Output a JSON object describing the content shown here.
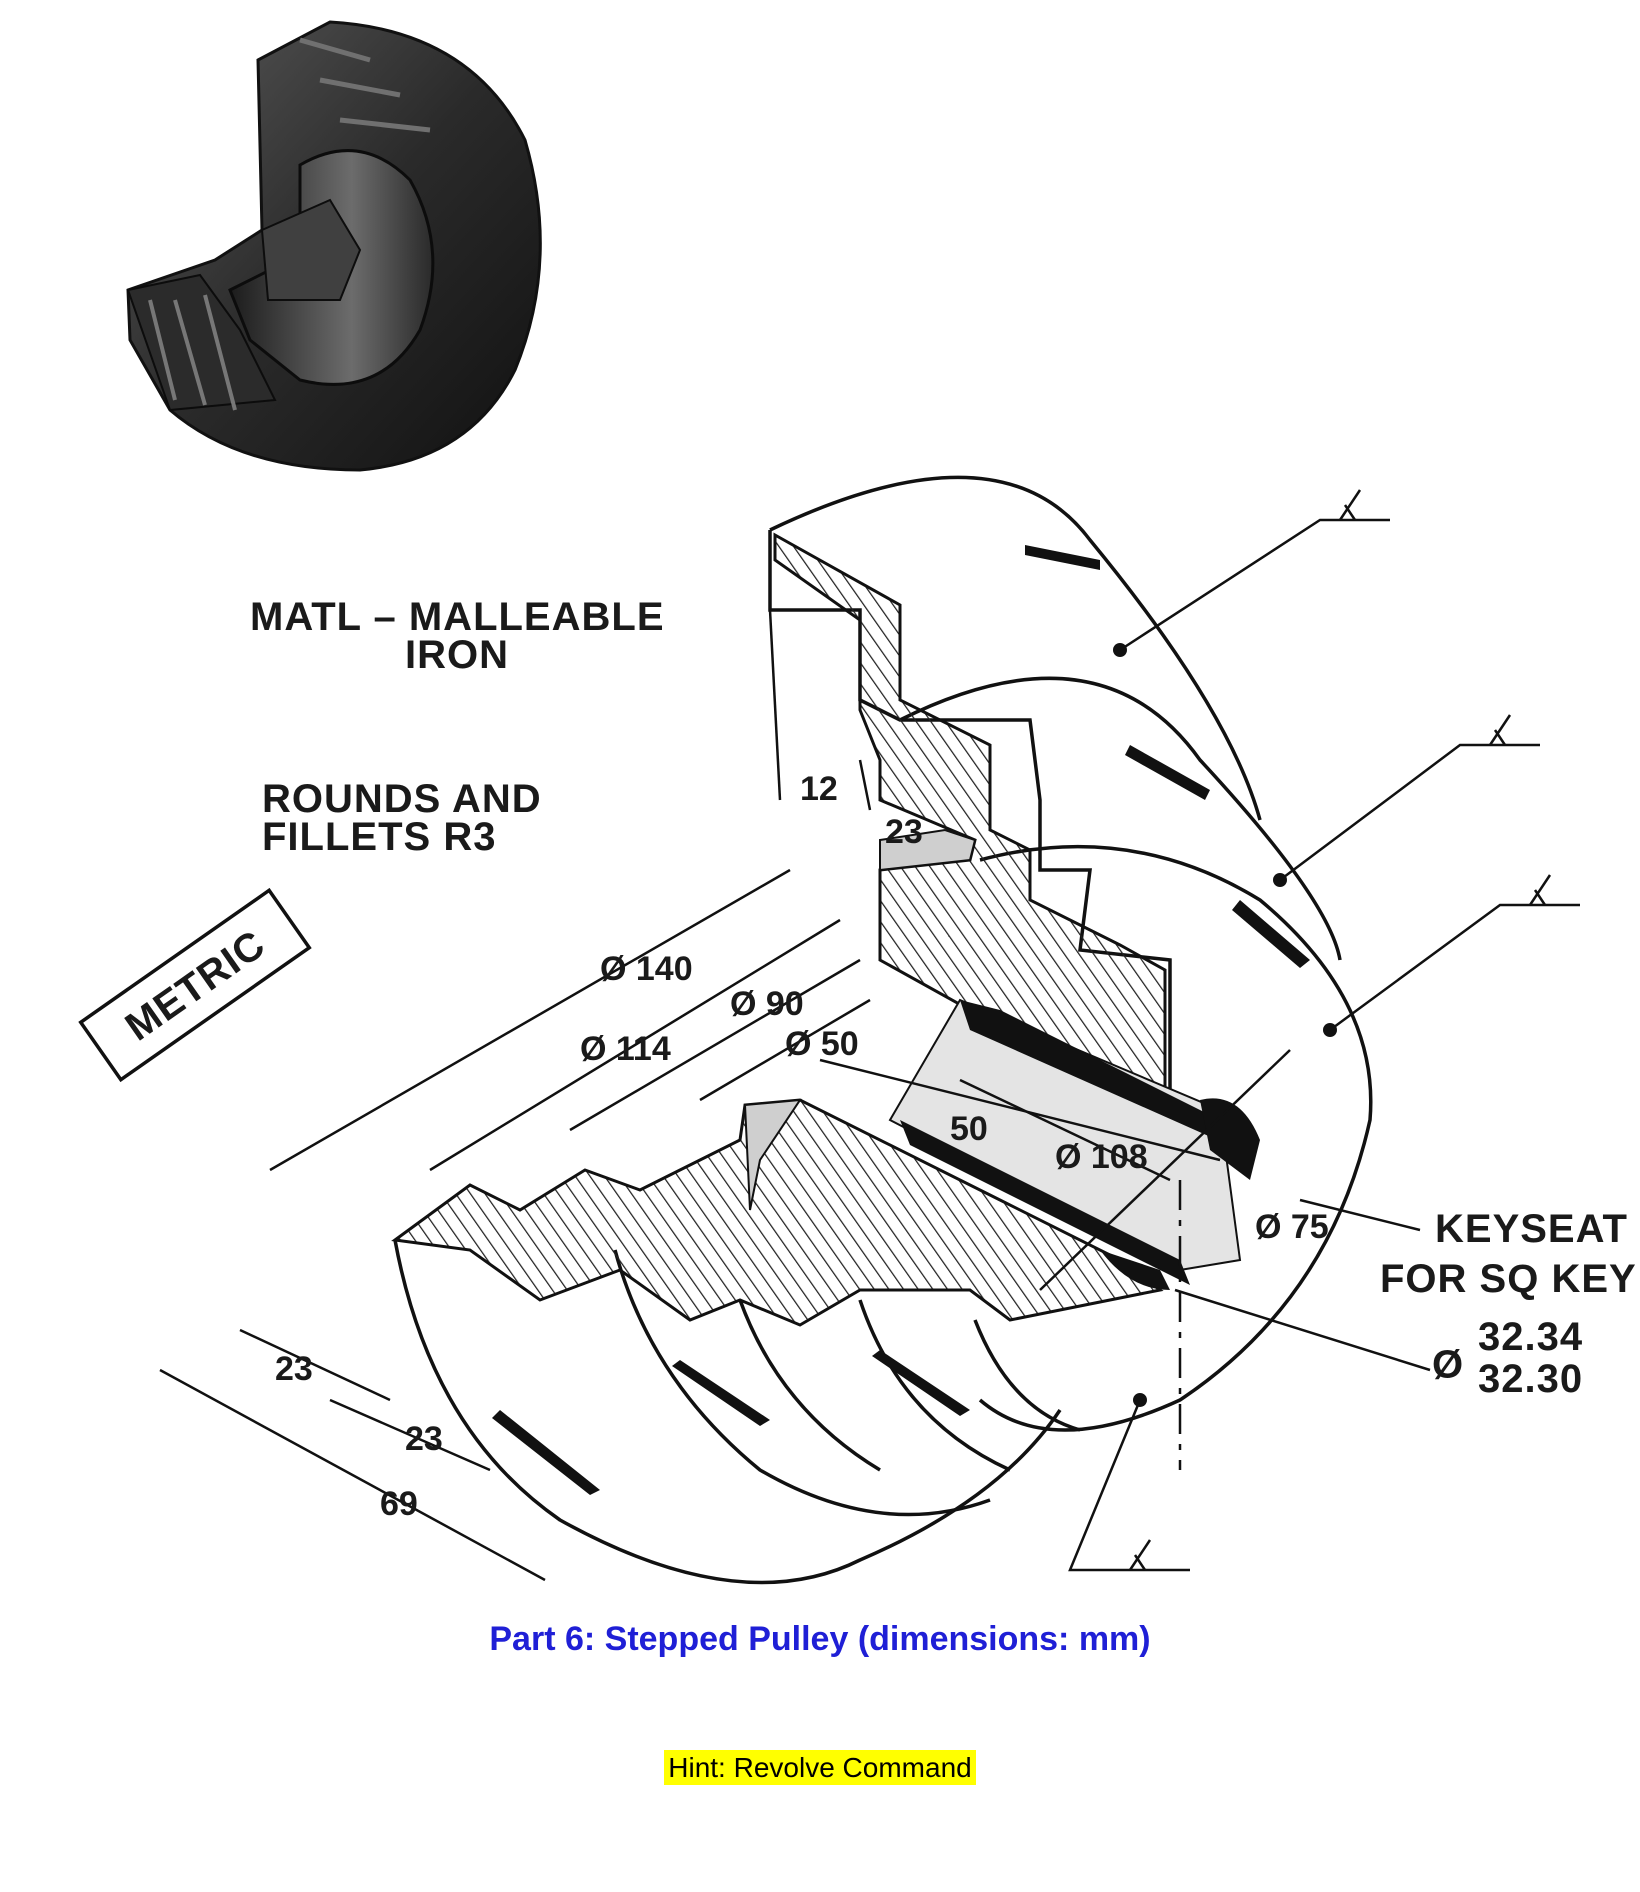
{
  "notes": {
    "material_line1": "MATL – MALLEABLE",
    "material_line2": "IRON",
    "rounds_line1": "ROUNDS AND",
    "rounds_line2": "FILLETS R3",
    "metric": "METRIC"
  },
  "dimensions": {
    "d140": "Ø 140",
    "d114": "Ø 114",
    "d90": "Ø 90",
    "d50": "Ø 50",
    "d108": "Ø 108",
    "d75": "Ø 75",
    "len50": "50",
    "w12": "12",
    "w23_top": "23",
    "w23_a": "23",
    "w23_b": "23",
    "w69": "69"
  },
  "keyseat": {
    "line1": "KEYSEAT",
    "line2": "FOR SQ KEY",
    "dia_symbol": "Ø",
    "upper": "32.34",
    "lower": "32.30"
  },
  "caption": {
    "text": "Part 6: Stepped Pulley (dimensions: mm)",
    "color": "#1f1fd6"
  },
  "hint": {
    "text": "Hint: Revolve Command",
    "highlight": "#ffff00"
  }
}
